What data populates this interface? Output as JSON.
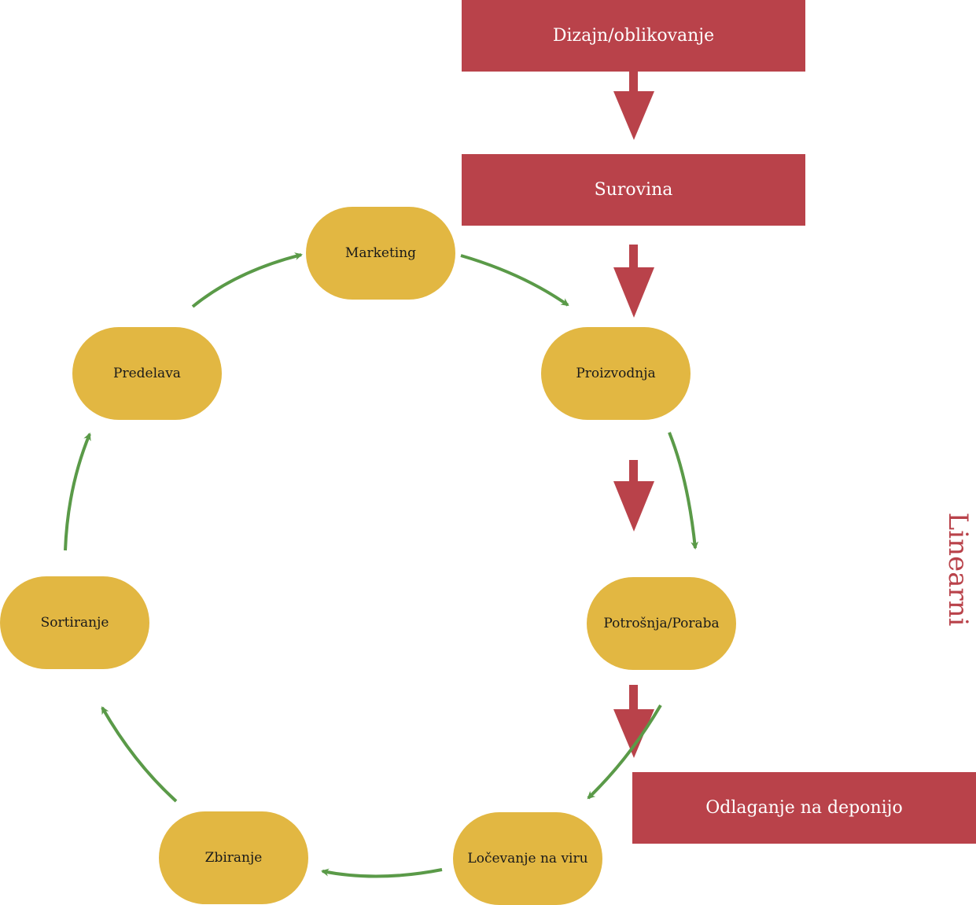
{
  "linear": {
    "label": "Linearni",
    "color": "#b9424a",
    "steps": {
      "design": "Dizajn/oblikovanje",
      "raw_material": "Surovina",
      "disposal": "Odlaganje na deponijo"
    }
  },
  "circular": {
    "color": "#e2b742",
    "arrow_color": "#5a9a48",
    "steps": {
      "marketing": "Marketing",
      "production": "Proizvodnja",
      "consumption": "Potrošnja/Poraba",
      "separation": "Ločevanje na viru",
      "collection": "Zbiranje",
      "sorting": "Sortiranje",
      "recycling": "Predelava"
    }
  }
}
